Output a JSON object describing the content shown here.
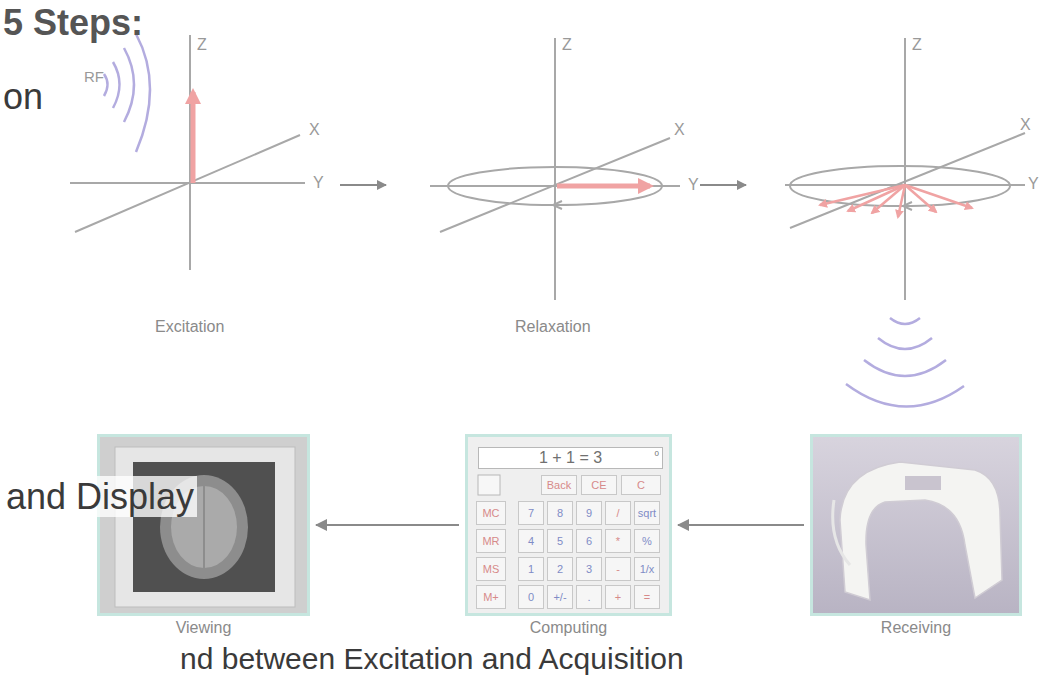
{
  "diagram": {
    "nodes": [
      {
        "text": [
          "Viewing"
        ]
      },
      {
        "text": [
          "Computing"
        ]
      },
      {
        "text": [
          "1 + 1 = 3",
          "0"
        ],
        "in": 1
      },
      {
        "text": [
          "Back"
        ],
        "in": 1
      },
      {
        "text": [
          "CE"
        ],
        "in": 1
      },
      {
        "text": [
          "C"
        ],
        "in": 1
      },
      {
        "text": [
          "MC"
        ],
        "in": 1
      },
      {
        "text": [
          "7"
        ],
        "in": 1
      },
      {
        "text": [
          "8"
        ],
        "in": 1
      },
      {
        "text": [
          "9"
        ],
        "in": 1
      },
      {
        "text": [
          "/"
        ],
        "in": 1
      },
      {
        "text": [
          "sqrt"
        ],
        "in": 1
      },
      {
        "text": [
          "MR"
        ],
        "in": 1
      },
      {
        "text": [
          "4"
        ],
        "in": 1
      },
      {
        "text": [
          "5"
        ],
        "in": 1
      },
      {
        "text": [
          "6"
        ],
        "in": 1
      },
      {
        "text": [
          "*"
        ],
        "in": 1
      },
      {
        "text": [
          "%"
        ],
        "in": 1
      },
      {
        "text": [
          "MS"
        ],
        "in": 1
      },
      {
        "text": [
          "1"
        ],
        "in": 1
      },
      {
        "text": [
          "2"
        ],
        "in": 1
      },
      {
        "text": [
          "3"
        ],
        "in": 1
      },
      {
        "text": [
          "-"
        ],
        "in": 1
      },
      {
        "text": [
          "1/x"
        ],
        "in": 1
      },
      {
        "text": [
          "M+"
        ],
        "in": 1
      },
      {
        "text": [
          "0"
        ],
        "in": 1
      },
      {
        "text": [
          "+/-"
        ],
        "in": 1
      },
      {
        "text": [
          "."
        ],
        "in": 1
      },
      {
        "text": [
          "+"
        ],
        "in": 1
      },
      {
        "text": [
          "="
        ],
        "in": 1
      },
      {
        "text": [
          "Receiving"
        ]
      }
    ],
    "edges": [
      {
        "from": 30,
        "to": 1,
        "arrow": "to"
      },
      {
        "from": 1,
        "to": 0,
        "arrow": "to"
      }
    ],
    "labels": [
      "5 Steps:",
      "on",
      "RF",
      "Z",
      "X",
      "Y",
      "Excitation",
      "Z",
      "X",
      "Y",
      "Relaxation",
      "Z",
      "X",
      "Y",
      "and Display",
      "nd between Excitation and Acquisition"
    ]
  }
}
